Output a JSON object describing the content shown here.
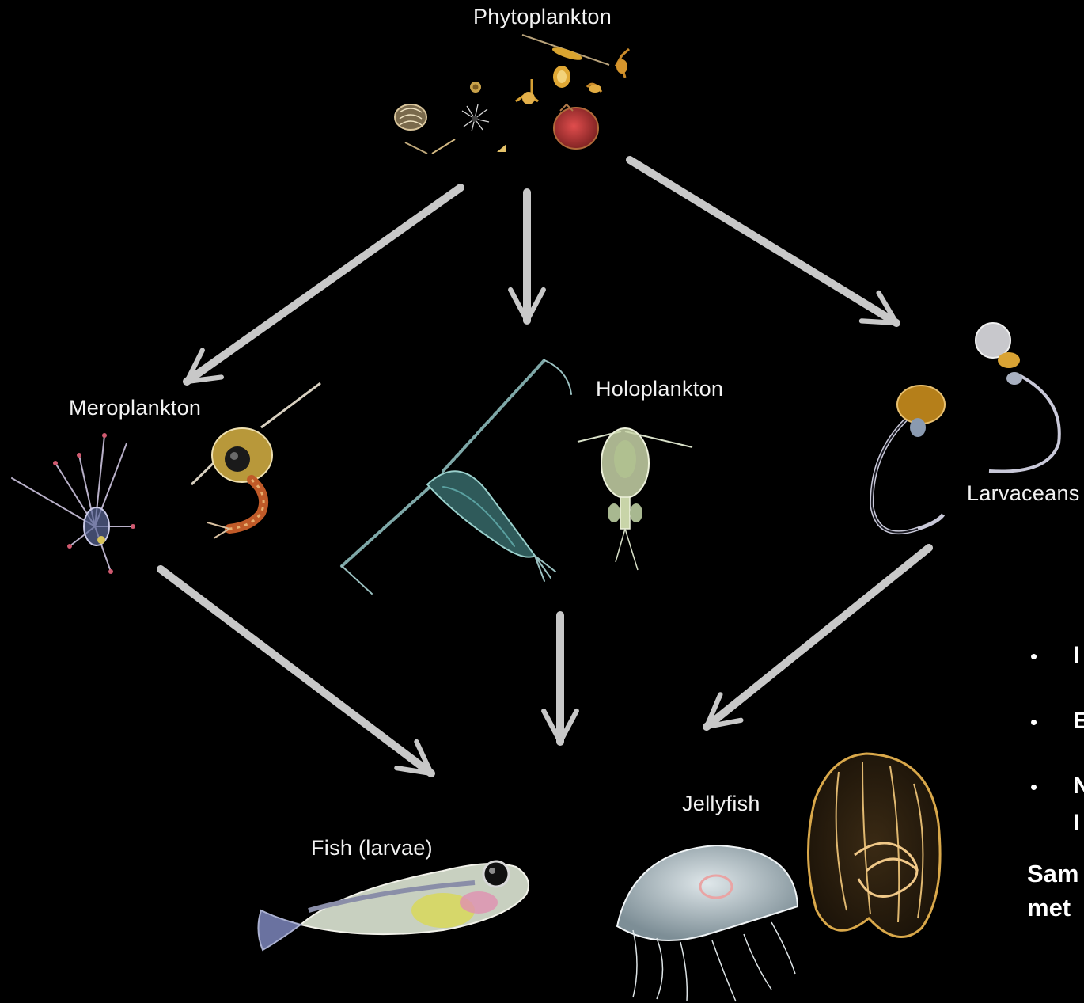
{
  "nodes": {
    "phytoplankton": "Phytoplankton",
    "meroplankton": "Meroplankton",
    "holoplankton": "Holoplankton",
    "larvaceans": "Larvaceans",
    "fish_larvae": "Fish (larvae)",
    "jellyfish": "Jellyfish"
  },
  "bullets": [
    {
      "text": "I"
    },
    {
      "text": "E"
    },
    {
      "text": "N"
    },
    {
      "text": "I"
    }
  ],
  "note": {
    "line1": "Sam",
    "line2": "met"
  },
  "colors": {
    "background": "#000000",
    "arrow": "#c8c8c8",
    "label": "#f2f2f2"
  }
}
